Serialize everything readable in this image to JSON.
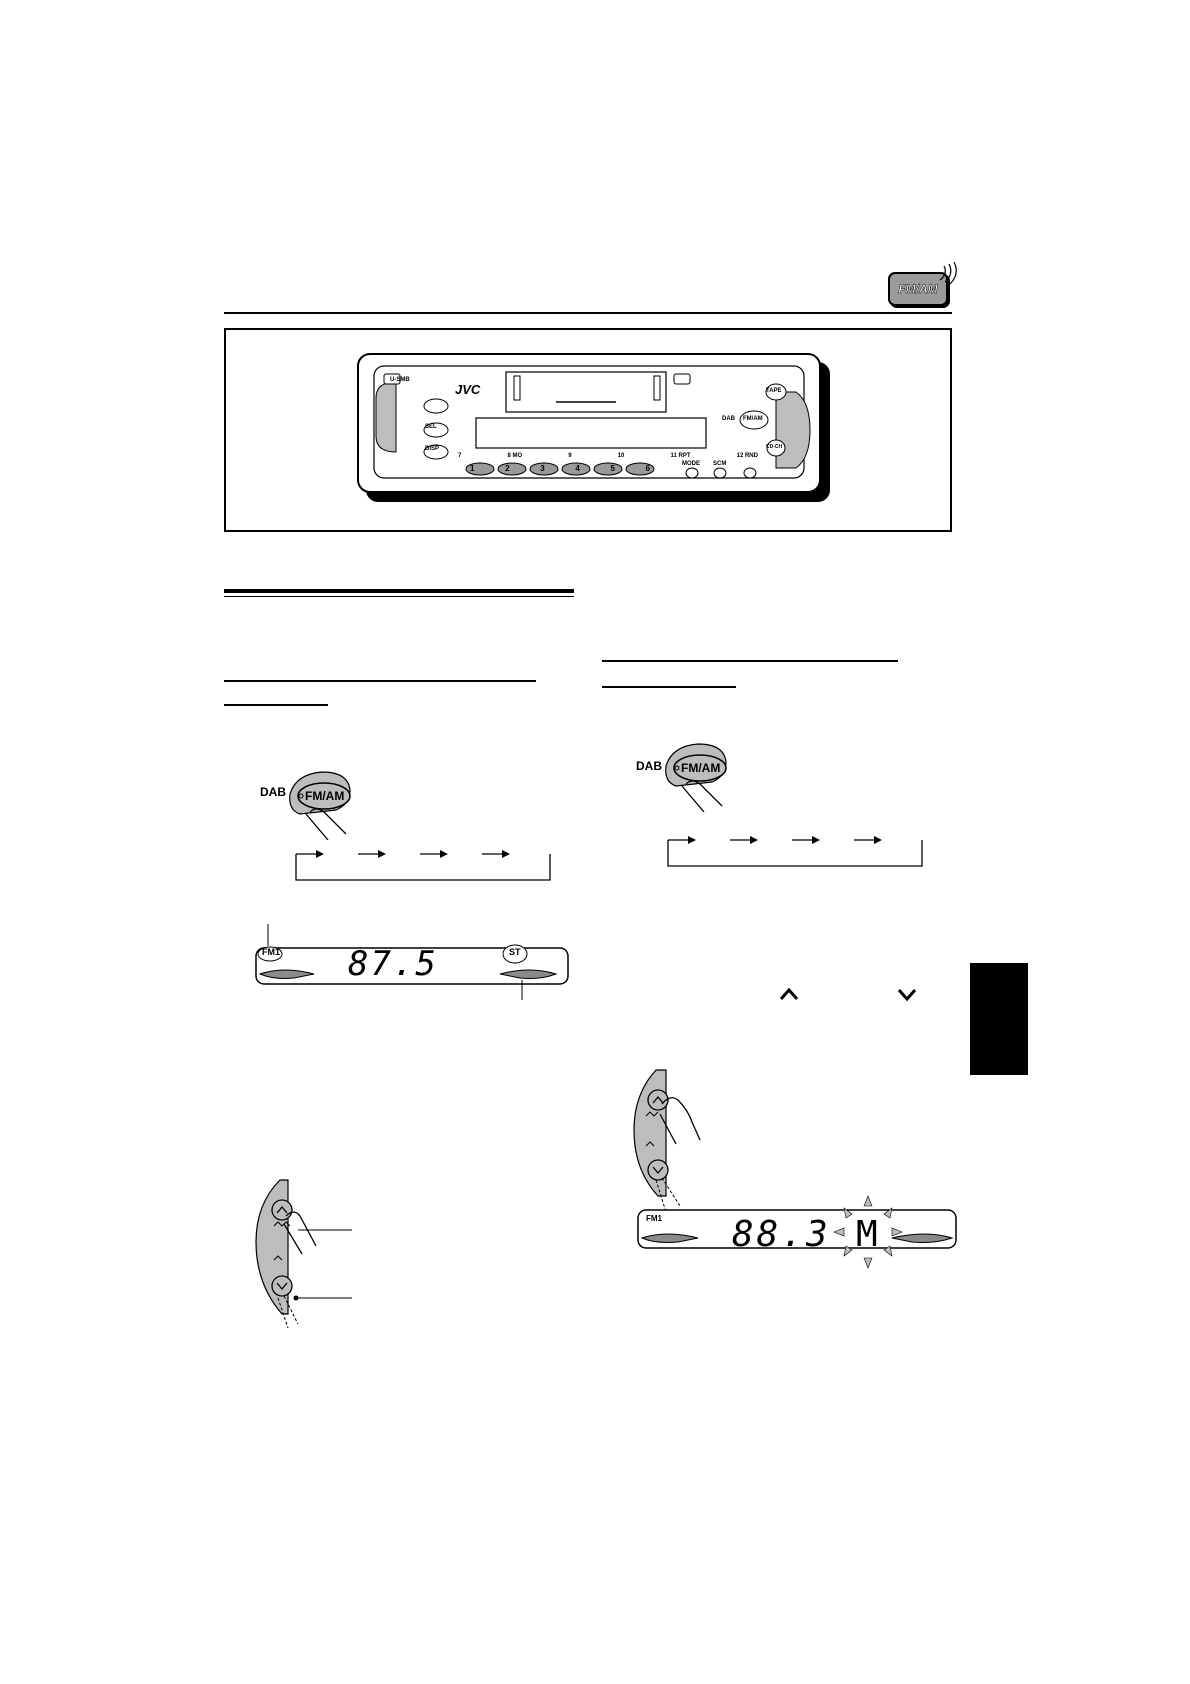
{
  "header": {
    "badge_label": "FM/AM"
  },
  "device": {
    "brand": "JVC",
    "left_labels": {
      "top": "U-SMB"
    },
    "buttons": {
      "sel": "SEL",
      "disp": "DISP",
      "tape": "TAPE",
      "fmam": "FM/AM",
      "cdch": "CD-CH",
      "mode": "MODE",
      "scm": "SCM",
      "dab": "DAB"
    },
    "preset_labels": [
      "7",
      "8 MO",
      "9",
      "10",
      "11 RPT",
      "12 RND"
    ],
    "presets": [
      "1",
      "2",
      "3",
      "4",
      "5",
      "6"
    ]
  },
  "left_col": {
    "fig1": {
      "dab_label": "DAB",
      "button_label": "FM/AM"
    },
    "display": {
      "band": "FM1",
      "freq": "87.5",
      "stereo": "ST"
    }
  },
  "right_col": {
    "fig1": {
      "dab_label": "DAB",
      "button_label": "FM/AM"
    },
    "display": {
      "band": "FM1",
      "freq": "88.3",
      "mode_char": "M"
    }
  }
}
